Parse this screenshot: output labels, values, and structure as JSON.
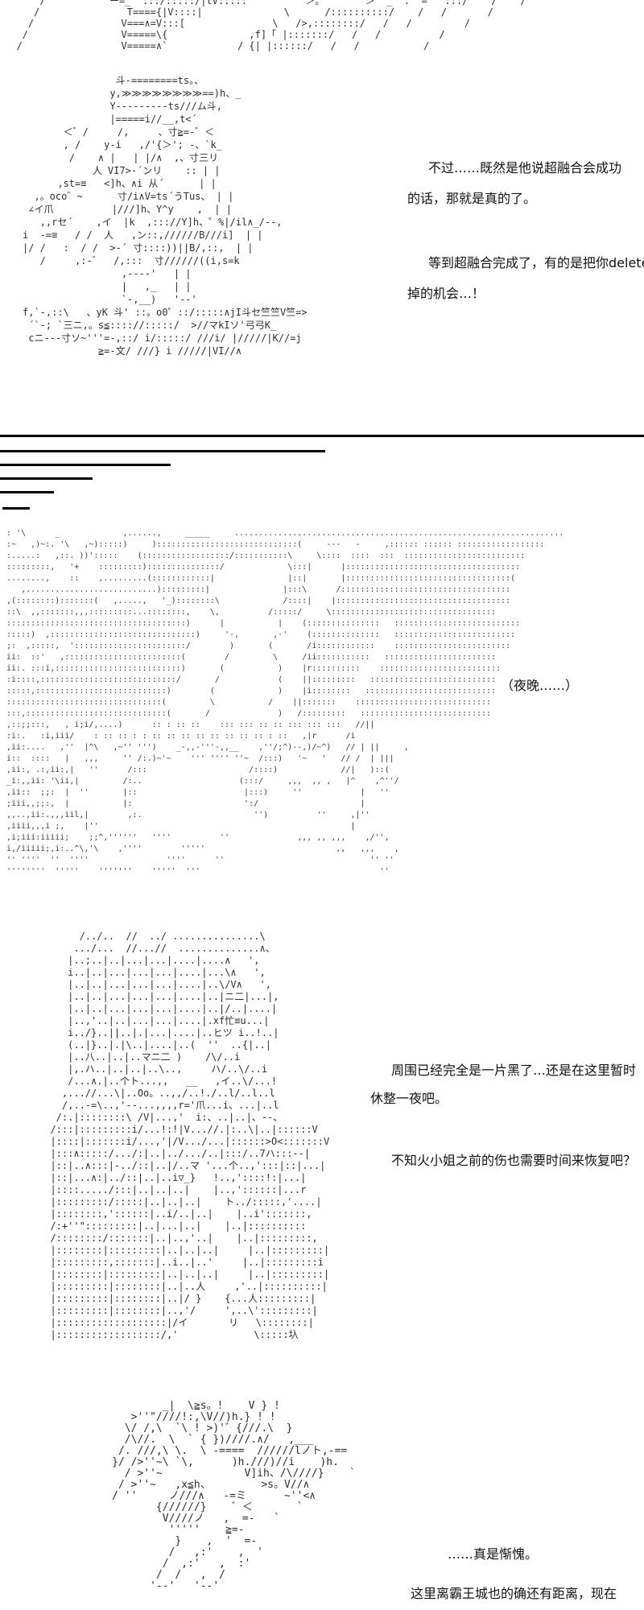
{
  "dialogs": {
    "d1": {
      "lines": [
        "不过……既然是他说超融合会成功",
        "的话，那就是真的了。"
      ]
    },
    "d2": {
      "lines": [
        "等到超融合完成了，有的是把你delete",
        "掉的机会…！"
      ]
    },
    "night_caption": "（夜晚……）",
    "d3": {
      "lines": [
        "周围已经完全是一片黑了…还是在这里暂时",
        "休整一夜吧。"
      ]
    },
    "d4": {
      "lines": [
        "不知火小姐之前的伤也需要时间来恢复吧？"
      ]
    },
    "d5": "……真是惭愧。",
    "d6": "这里离霸王城也的确还有距离，现在"
  },
  "ascii_art": {
    "top_fragment": [
      "      /           ー=_  :::/:::::/|tV:::::          ＞。       ＞  _  .  =   :::/    /    /",
      "     /               T===={|V::::|              \\      /::::::::::/    /   /       /",
      "    /               V===∧=V:::[               \\   />,::::::::/   /   /         /",
      "   /                V=====\\{              ,f]「 |:::::::/   /   /          /",
      "  /                 V=====∧`            / {| |::::::/   /   /           /"
    ],
    "mecha": [
      "                斗-========ts。、",
      "               y,≫≫≫≫≫≫≫≫==)h、_",
      "               Y---------ts///ム斗,",
      "               |=====i//__,t<´",
      "       ＜゛/     /,     、寸≧=-゛＜",
      "       , /    y-i   ,/'{＞'; -、`k_",
      "        /    ∧ |   | |/∧  ,、寸三リ",
      "            人 VI7>-´ンリ    :: | |",
      "      ,st=≡   <]h、∧i 从´      | |",
      "  ,。oco゛~      寸/i∧V=ts´うTus、 | |",
      " ∠イ爪          |///]h、Y^y    ,  | |",
      "   ,,rセ´    ,イ  |k  ,::://Y]h、゜%|/il∧_/--,",
      "i  -=≡   / /  人   ,ン::,//////B///i]  | |",
      "|/ /   :  / /  >-´ 寸::::))||B/,::,  | |",
      "   /     ,:-゛  /,:::  寸//////((i,s=k",
      "                 ,----'   | |",
      "                 |   ,_   | |",
      "                 `-,__)   '--'",
      "f,`-,::\\   、yK 斗' ::。o0゜::/:::::∧jI斗セ竺竺V竺=>",
      " ´`-; `三ニ,。s≦:::://:::::/  >//マkIソ'弓弓K_",
      " cニ---寸ソ~'''=-,::/ i/:::::/ ///i/ |/////|K//=j",
      "             ≧=-文/ ///} i /////|VI//∧"
    ],
    "night_scene": [
      " : '\\      _             ,......,     _____     ....................................................................",
      " :~   ,)~:. '\\   ,~):::::)     ):::::::::::::::::::::::::::::(     ---   -     ,:::::: :::::: ::::::::::::::::::",
      " :.....:   ,::. ))':::::    (::::::::::::::::::/:::::::::::\\     \\::::  ::::  :::  :::::::::::::::::::::::::",
      " :::::::::,   '+    :::::::::):::::::::::::::/             \\:::|      |::::::::::::::::::::::::::::::::::::",
      " ........,    ::    ,.........(::::::::::::|               |::|       |::::::::::::::::::::::::::::::::::(",
      "    ,...........................):::::::::|               |:::\\      /:::::::::::::::::::::::::::::::::::",
      " ,(::::::::):::::::(   ,.....,   '_)::::::::\\             /::::|    |::::::::::::::::::::::::::::::::::::",
      " ::\\  ,,:::::::,,,:::::::::...::::::::,    \\,          /:::::/     \\::::::::::::::::::::::::::::::::::",
      " :::::::::::::::::::::::::::::::::::::)      |           |    (:::::::::::::::   ::::::::::::::::::::::::::",
      " :::::)  ,::::::::::::::::::::::::::::::)     '-,       ,-'    (::::::::::::::   :::::::::::::::::::::::::",
      " ;:  ,:::::,  ':::::::::::::::::::::::/        )       (       /i::::::::::::    ::::::::::::::::::::::::",
      " ii:  ::'   ,::::::::::::::::::::::::(        /         \\     /ii:::::::::::   :::::::::::::::::::::::",
      " ii:. :::i,::::::::::::::::::::::::::)       (           )    |r::::::::::    :::::::::::::::::::::::::",
      " :i::::,::::::::::::::::::::::::::::/       /            (    ||:::::::::   ::::::::::::::::::::::::::",
      " :::::,:::::::::::::::::::::::::::)        (             )    |i::::::::   :::::::::::::::::::::::::::",
      " ::::::::::::::::::::::::::::::::(         \\           /    ||:::::::    ::::::::::::::::::::::::::::",
      " :::,:::::::::::::::::::::::::::::(       /              )   /:::::::::   :::::::::::::::::::::::::::",
      " ,::;;:::,   , i;i/,....)      :: : :: ::    ::: ::: :: :: ::: ::: :::   //||",
      " :i:.   :i,iii/    : :: :: : : :: :: :: :: :: :: :: :: : ::   ,|r      /i",
      " ,ii:....   ,''  |^\\   ,~'' ''')    _-,,-'''-,,__    ,''/;^)--,)/~^)   // | ||     ,",
      " i::  ::::   |   ,,,     '' /:.)~'~    ''' '''' ''~  /:::)   '~   '   // /  | |||",
      " ,ii:, .:,ii:,|   ''      /:::                     /::::)             //|   )::(",
      " _i:,,ii: '\\ii,|         /:..                    (:::/     ,,,  ,, ,   |^    ,^''/",
      " ,ii::  ;;:  |  ''       |::                      |:::)     ''            |   ''",
      " ;iii,,;;:,  |           |:                       ':/                     |",
      " ,,..,ii:.,,,iil,|        ,:.                       '')          ''     ,|''",
      " ,iiii,,,i ;,    |''                                                    |",
      " ,i;iii:iiiii;    ;;^,''''''   ''''          ''              ,,, ,, ,,,    ,/'',",
      " i,/iiiii;,i:..^\\,'\\    ,''''        '''''                           ,,   ,,,    ,",
      " '' ''''  ''  ''''                ''''      ''                              '' ''",
      " ''''''''  '''''    '''''''    '''''  '''                                     ''"
    ],
    "girl": [
      "       /../..  //  ../ ...............\\",
      "      .../...  //...//  ..............∧、",
      "     |..;..|..|...|...|....|....∧   ',",
      "     i..|..|...|...|...|....|...\\∧   ',",
      "     |..|..|...|...|...|....|..\\/V∧   ',",
      "     |..|..|...|...|...|....|..|ニ二|...|,",
      "     |..|..|...|...|...|....|..|/..|....|",
      "     |..,'..|..|...|...|....|.xf忙≡u...|",
      "     i../}..||..|.|...|....|..ヒツ i..!..|",
      "     (..|}..|.|\\..|....|..(  ''  ..{|..|",
      "     |..八..|..|..マニ二 )    /\\/..i",
      "     |,.ハ..|..|..|..\\..,     ハ/..\\/..i",
      "     /...∧.|..个ト...,,   __   ,イ..\\/...!",
      "    ,...//...\\|..Oo。..,,/..!./..l/..l..l",
      "    /,..-=\\..,'--...,,,,r='爪...i、...|..l",
      "   /:.|::::::::\\ /V|...,'  i:、..|..|、--、",
      "  /:::|:::::::::i/...!:!|V...//.|:..\\|..|::::::V",
      "  |::::|:::::::i/...,'|/V.../...|::::::>O<:::::::V",
      "  |:::∧:::::/.../:|..|../.../..|:::/..7ハ:::--|",
      "  |::|..∧:::|-../::|..|/..マ '...个..,':::|::|...|",
      "  |::|...∧:|../::|..|..i▽_}   !..,'::::!:|...|",
      "  |::::...../:::|..|..|..|    |..,'::::::|...r",
      "  |:::::::::/:::::|..|..|..|    ト../:::::,'....|",
      "  |::::::::,'::::::|..i/..|..|    |..i':::::::,",
      "  /:+''\":::::::::|..|...|..|    |..|::::::::::",
      "  /::::::::/:::::::|..|..,'..|    |..|:::::::::,",
      "  |::::::::|:::::::::|..|..|..|     |..|:::::::::|",
      "  |:::::::::,:::::::|..i..|..'     |..|:::::::::i",
      "  |::::::::|:::::::::|..|..|..|     |..|:::::::::|",
      "  |:::::::::|::::::::|..|..人     ,'..|::::::::::|",
      "  |:::::::::|::::::::|..|/ }    {...人:::::::::|",
      "  |:::::::::|::::::::|..,'/     ',..\\':::::::::|",
      "  |:::::::::::::::::::|/イ       リ   \\::::::::|",
      "  |::::::::::::::::::/,'             \\:::::圦"
    ],
    "warrior": [
      "             _|  \\≧s。!    V } !",
      "        >''\"////!:,\\V//)h.} ! !",
      "       \\/ /,\\  `\\ ! >)'゛{///.\\  }",
      "       /\\//.  \\  ` { })////.∧/   ,___",
      "      /. ///,\\ \\.  \\ -====  //////lノト,-==",
      "     }/ />''~\\ `\\,      )h.///)//i    )h.",
      "       / >''~             V]ih、/\\////}    `",
      "      / >''~   ,x≦h、        >s。V//∧",
      "     / ''     ノ///∧   -=ミ      ~''<∧",
      "            {//////}    ゛＜       `",
      "             V////ノ   ,  =-   `",
      "              '''''    ≧=-",
      "               }    ,  '  =-",
      "              /   ,:'    ,  '",
      "             /  ,:'   ,  :'",
      "            /  /   ,  /",
      "           '--'   '--'"
    ]
  },
  "divider": {
    "rule_count": 6
  }
}
